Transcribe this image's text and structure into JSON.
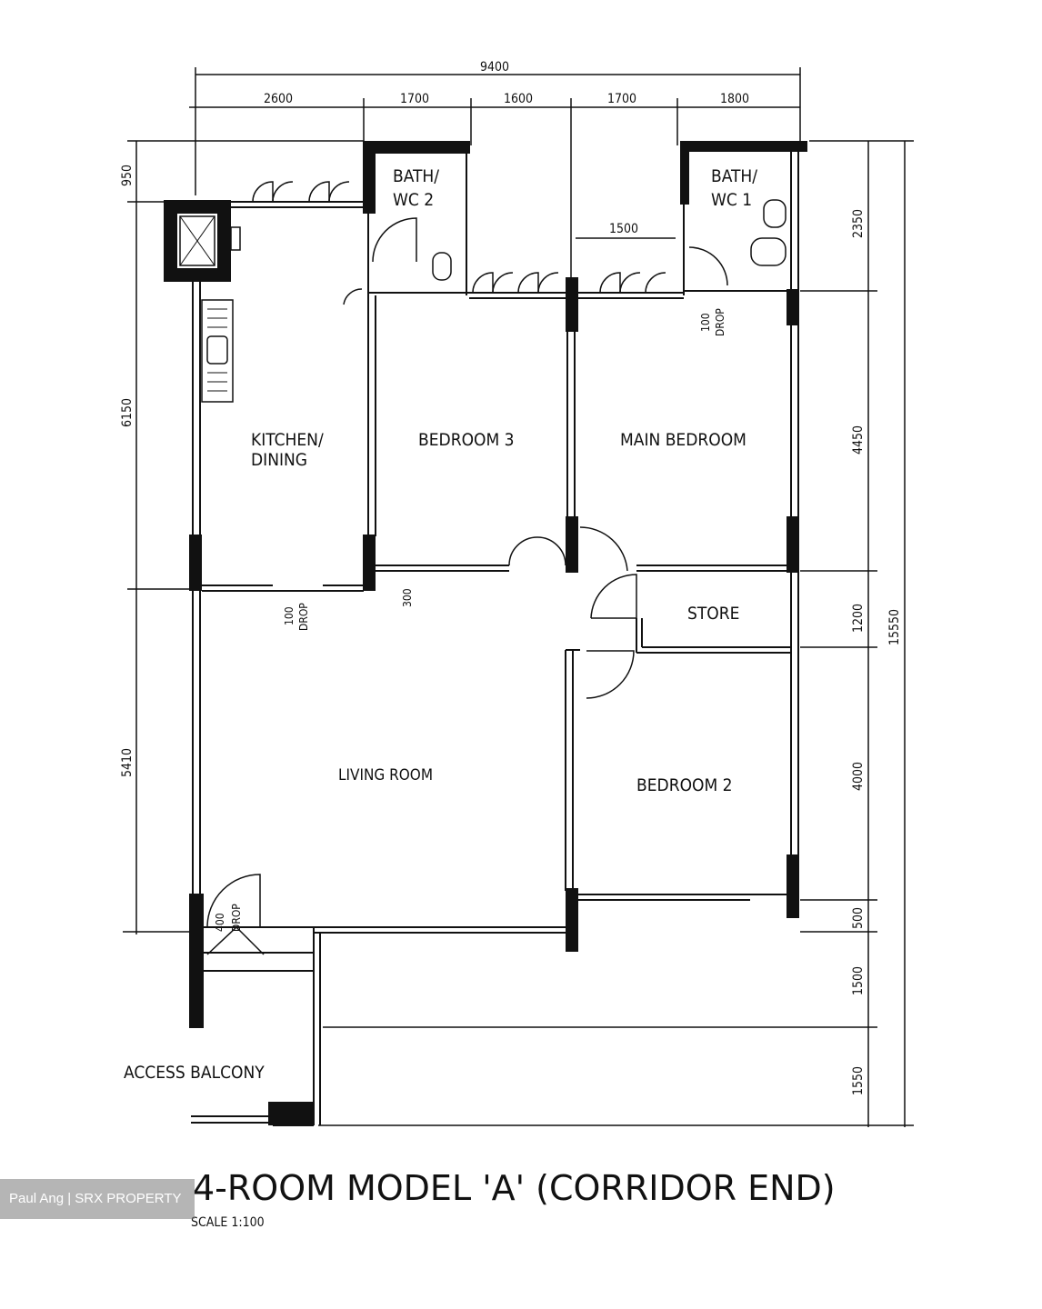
{
  "rooms": {
    "bath_wc_2": [
      "BATH/",
      "WC 2"
    ],
    "bath_wc_1": [
      "BATH/",
      "WC 1"
    ],
    "kitchen": [
      "KITCHEN/",
      "DINING"
    ],
    "bedroom_3": "BEDROOM 3",
    "main_bedroom": "MAIN BEDROOM",
    "store": "STORE",
    "living_room": "LIVING ROOM",
    "bedroom_2": "BEDROOM 2",
    "access_balcony": "ACCESS BALCONY"
  },
  "dimensions": {
    "top_total": "9400",
    "top_segments": [
      "2600",
      "1700",
      "1600",
      "1700",
      "1800"
    ],
    "inner_1500": "1500",
    "left": [
      "950",
      "6150",
      "5410"
    ],
    "right_inner": [
      "2350",
      "4450",
      "1200",
      "4000",
      "500",
      "1500",
      "1550"
    ],
    "right_total": "15550"
  },
  "notes": {
    "drop_100_a": [
      "100",
      "DROP"
    ],
    "drop_100_b": [
      "100",
      "DROP"
    ],
    "drop_400": [
      "400",
      "DROP"
    ],
    "step_300": "300"
  },
  "title": "4-ROOM MODEL 'A' (CORRIDOR END)",
  "scale": "SCALE   1:100",
  "watermark": "Paul Ang | SRX PROPERTY"
}
